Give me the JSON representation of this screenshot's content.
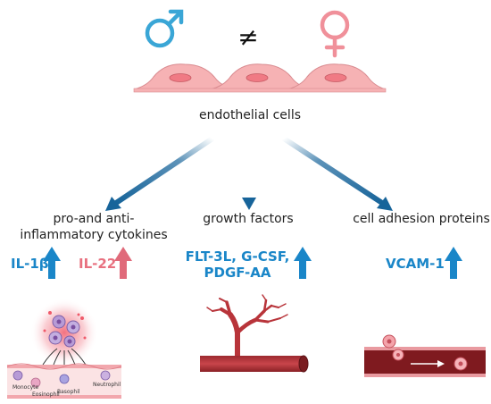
{
  "header": {
    "not_equal_symbol": "≠",
    "male_symbol_name": "male-symbol",
    "female_symbol_name": "female-symbol",
    "male_color": "#3aa6d6",
    "female_color": "#f0909a"
  },
  "cells_label": "endothelial cells",
  "categories": [
    {
      "id": "cytokines",
      "label_line1": "pro-and anti-",
      "label_line2": "inflammatory cytokines"
    },
    {
      "id": "growth",
      "label": "growth factors"
    },
    {
      "id": "adhesion",
      "label": "cell adhesion proteins"
    }
  ],
  "markers": {
    "il1b": "IL-1β",
    "il22": "IL-22",
    "growth_line1": "FLT-3L, G-CSF,",
    "growth_line2": "PDGF-AA",
    "vcam": "VCAM-1"
  },
  "illustration_labels": {
    "monocyte": "Monocyte",
    "eosinophil": "Eosinophil",
    "basophil": "Basophil",
    "neutrophil": "Neutrophil"
  },
  "colors": {
    "up_arrow_blue": "#1a86c8",
    "up_arrow_pink": "#e06a7a",
    "branch_arrow": "#17649a",
    "vessel_red": "#b8343a"
  }
}
